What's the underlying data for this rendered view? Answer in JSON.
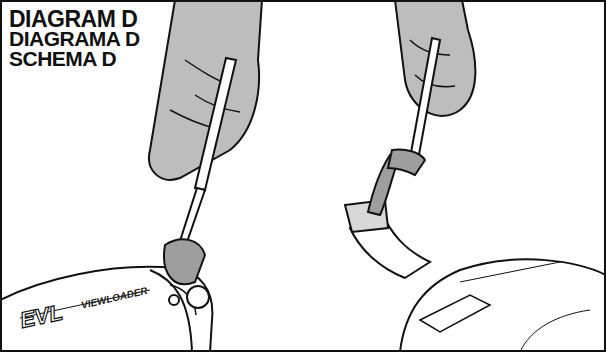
{
  "diagram": {
    "title": "DIAGRAM D",
    "labels": [
      "DIAGRAMA D",
      "SCHEMA D",
      "VIEWLOADER"
    ]
  }
}
